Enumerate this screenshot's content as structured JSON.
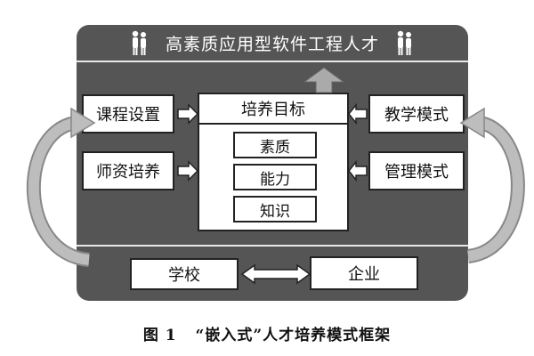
{
  "diagram": {
    "title": "高素质应用型软件工程人才",
    "center": {
      "title": "培养目标",
      "items": [
        "素质",
        "能力",
        "知识"
      ]
    },
    "left_boxes": [
      "课程设置",
      "师资培养"
    ],
    "right_boxes": [
      "教学模式",
      "管理模式"
    ],
    "bottom": {
      "left": "学校",
      "right": "企业"
    },
    "icons": [
      "people-icon",
      "people-icon"
    ]
  },
  "caption": {
    "figure_label": "图 1",
    "text": "“嵌入式”人才培养模式框架"
  }
}
